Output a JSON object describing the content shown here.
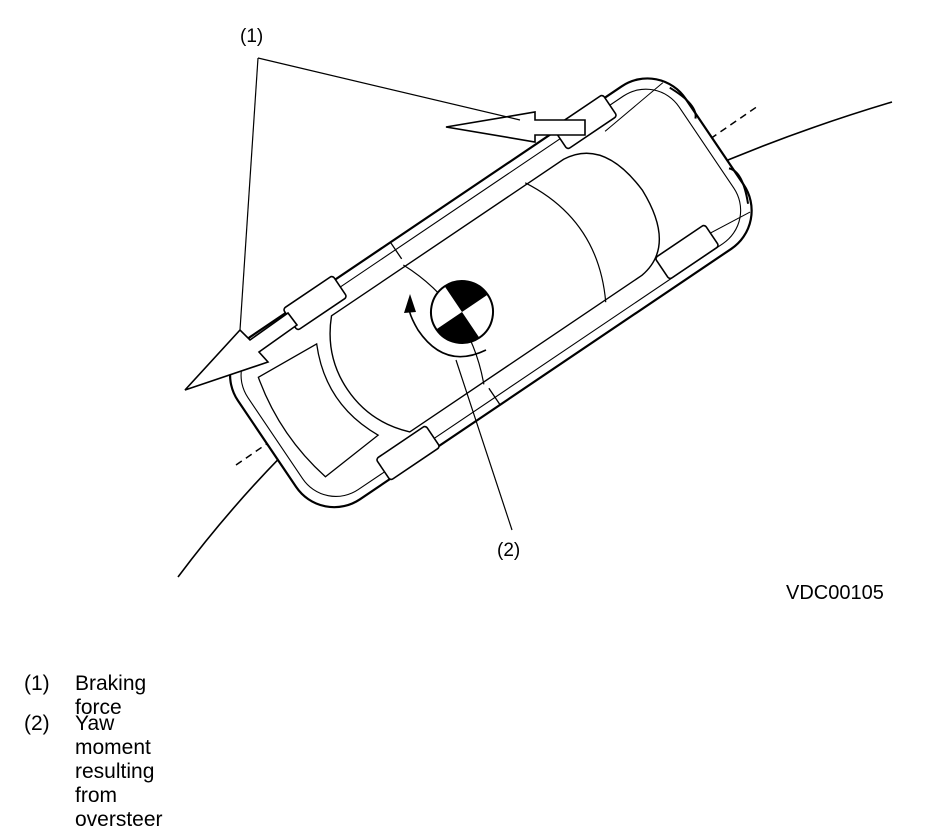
{
  "callouts": {
    "c1": "(1)",
    "c2": "(2)"
  },
  "figure_id": "VDC00105",
  "legend": [
    {
      "num": "(1)",
      "text": "Braking force"
    },
    {
      "num": "(2)",
      "text": "Yaw moment resulting from oversteer"
    }
  ]
}
